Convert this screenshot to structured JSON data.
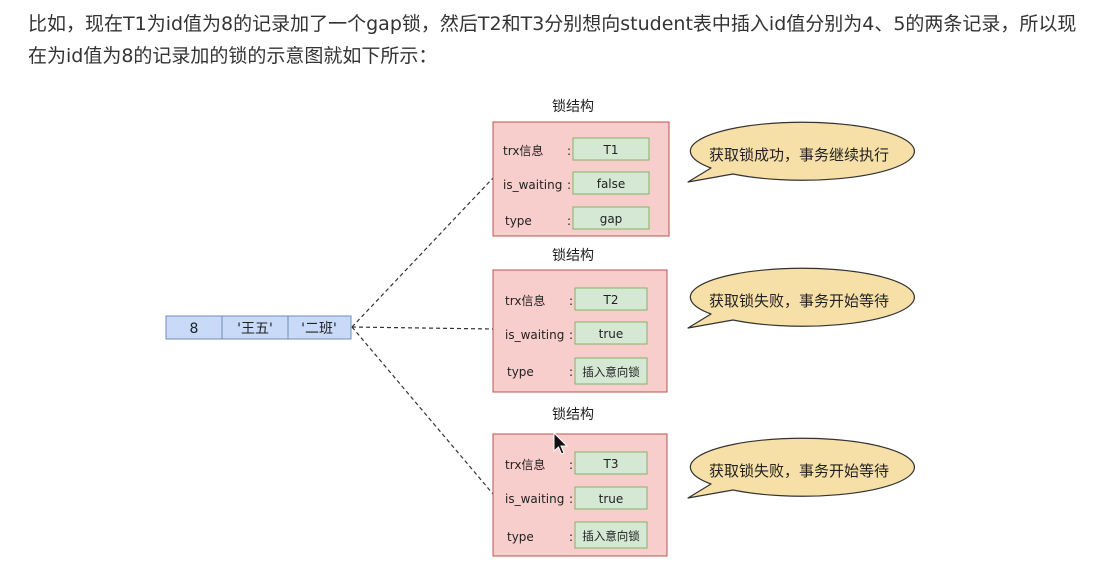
{
  "paragraph": "比如，现在T1为id值为8的记录加了一个gap锁，然后T2和T3分别想向student表中插入id值分别为4、5的两条记录，所以现在为id值为8的记录加的锁的示意图就如下所示：",
  "record": {
    "cells": [
      "8",
      "'王五'",
      "'二班'"
    ]
  },
  "locks": [
    {
      "title": "锁结构",
      "fields": [
        {
          "label": "trx信息",
          "value": "T1"
        },
        {
          "label": "is_waiting",
          "value": "false"
        },
        {
          "label": "type",
          "value": "gap"
        }
      ],
      "callout": "获取锁成功，事务继续执行"
    },
    {
      "title": "锁结构",
      "fields": [
        {
          "label": "trx信息",
          "value": "T2"
        },
        {
          "label": "is_waiting",
          "value": "true"
        },
        {
          "label": "type",
          "value": "插入意向锁"
        }
      ],
      "callout": "获取锁失败，事务开始等待"
    },
    {
      "title": "锁结构",
      "fields": [
        {
          "label": "trx信息",
          "value": "T3"
        },
        {
          "label": "is_waiting",
          "value": "true"
        },
        {
          "label": "type",
          "value": "插入意向锁"
        }
      ],
      "callout": "获取锁失败，事务开始等待"
    }
  ],
  "separator": ":",
  "colors": {
    "record_fill": "#c9daf8",
    "record_stroke": "#6c8ebf",
    "lock_fill": "#f8cecc",
    "lock_stroke": "#b85450",
    "value_fill": "#d5e8d4",
    "value_stroke": "#82b366",
    "callout_fill": "#f6e0a8",
    "callout_stroke": "#333333"
  }
}
